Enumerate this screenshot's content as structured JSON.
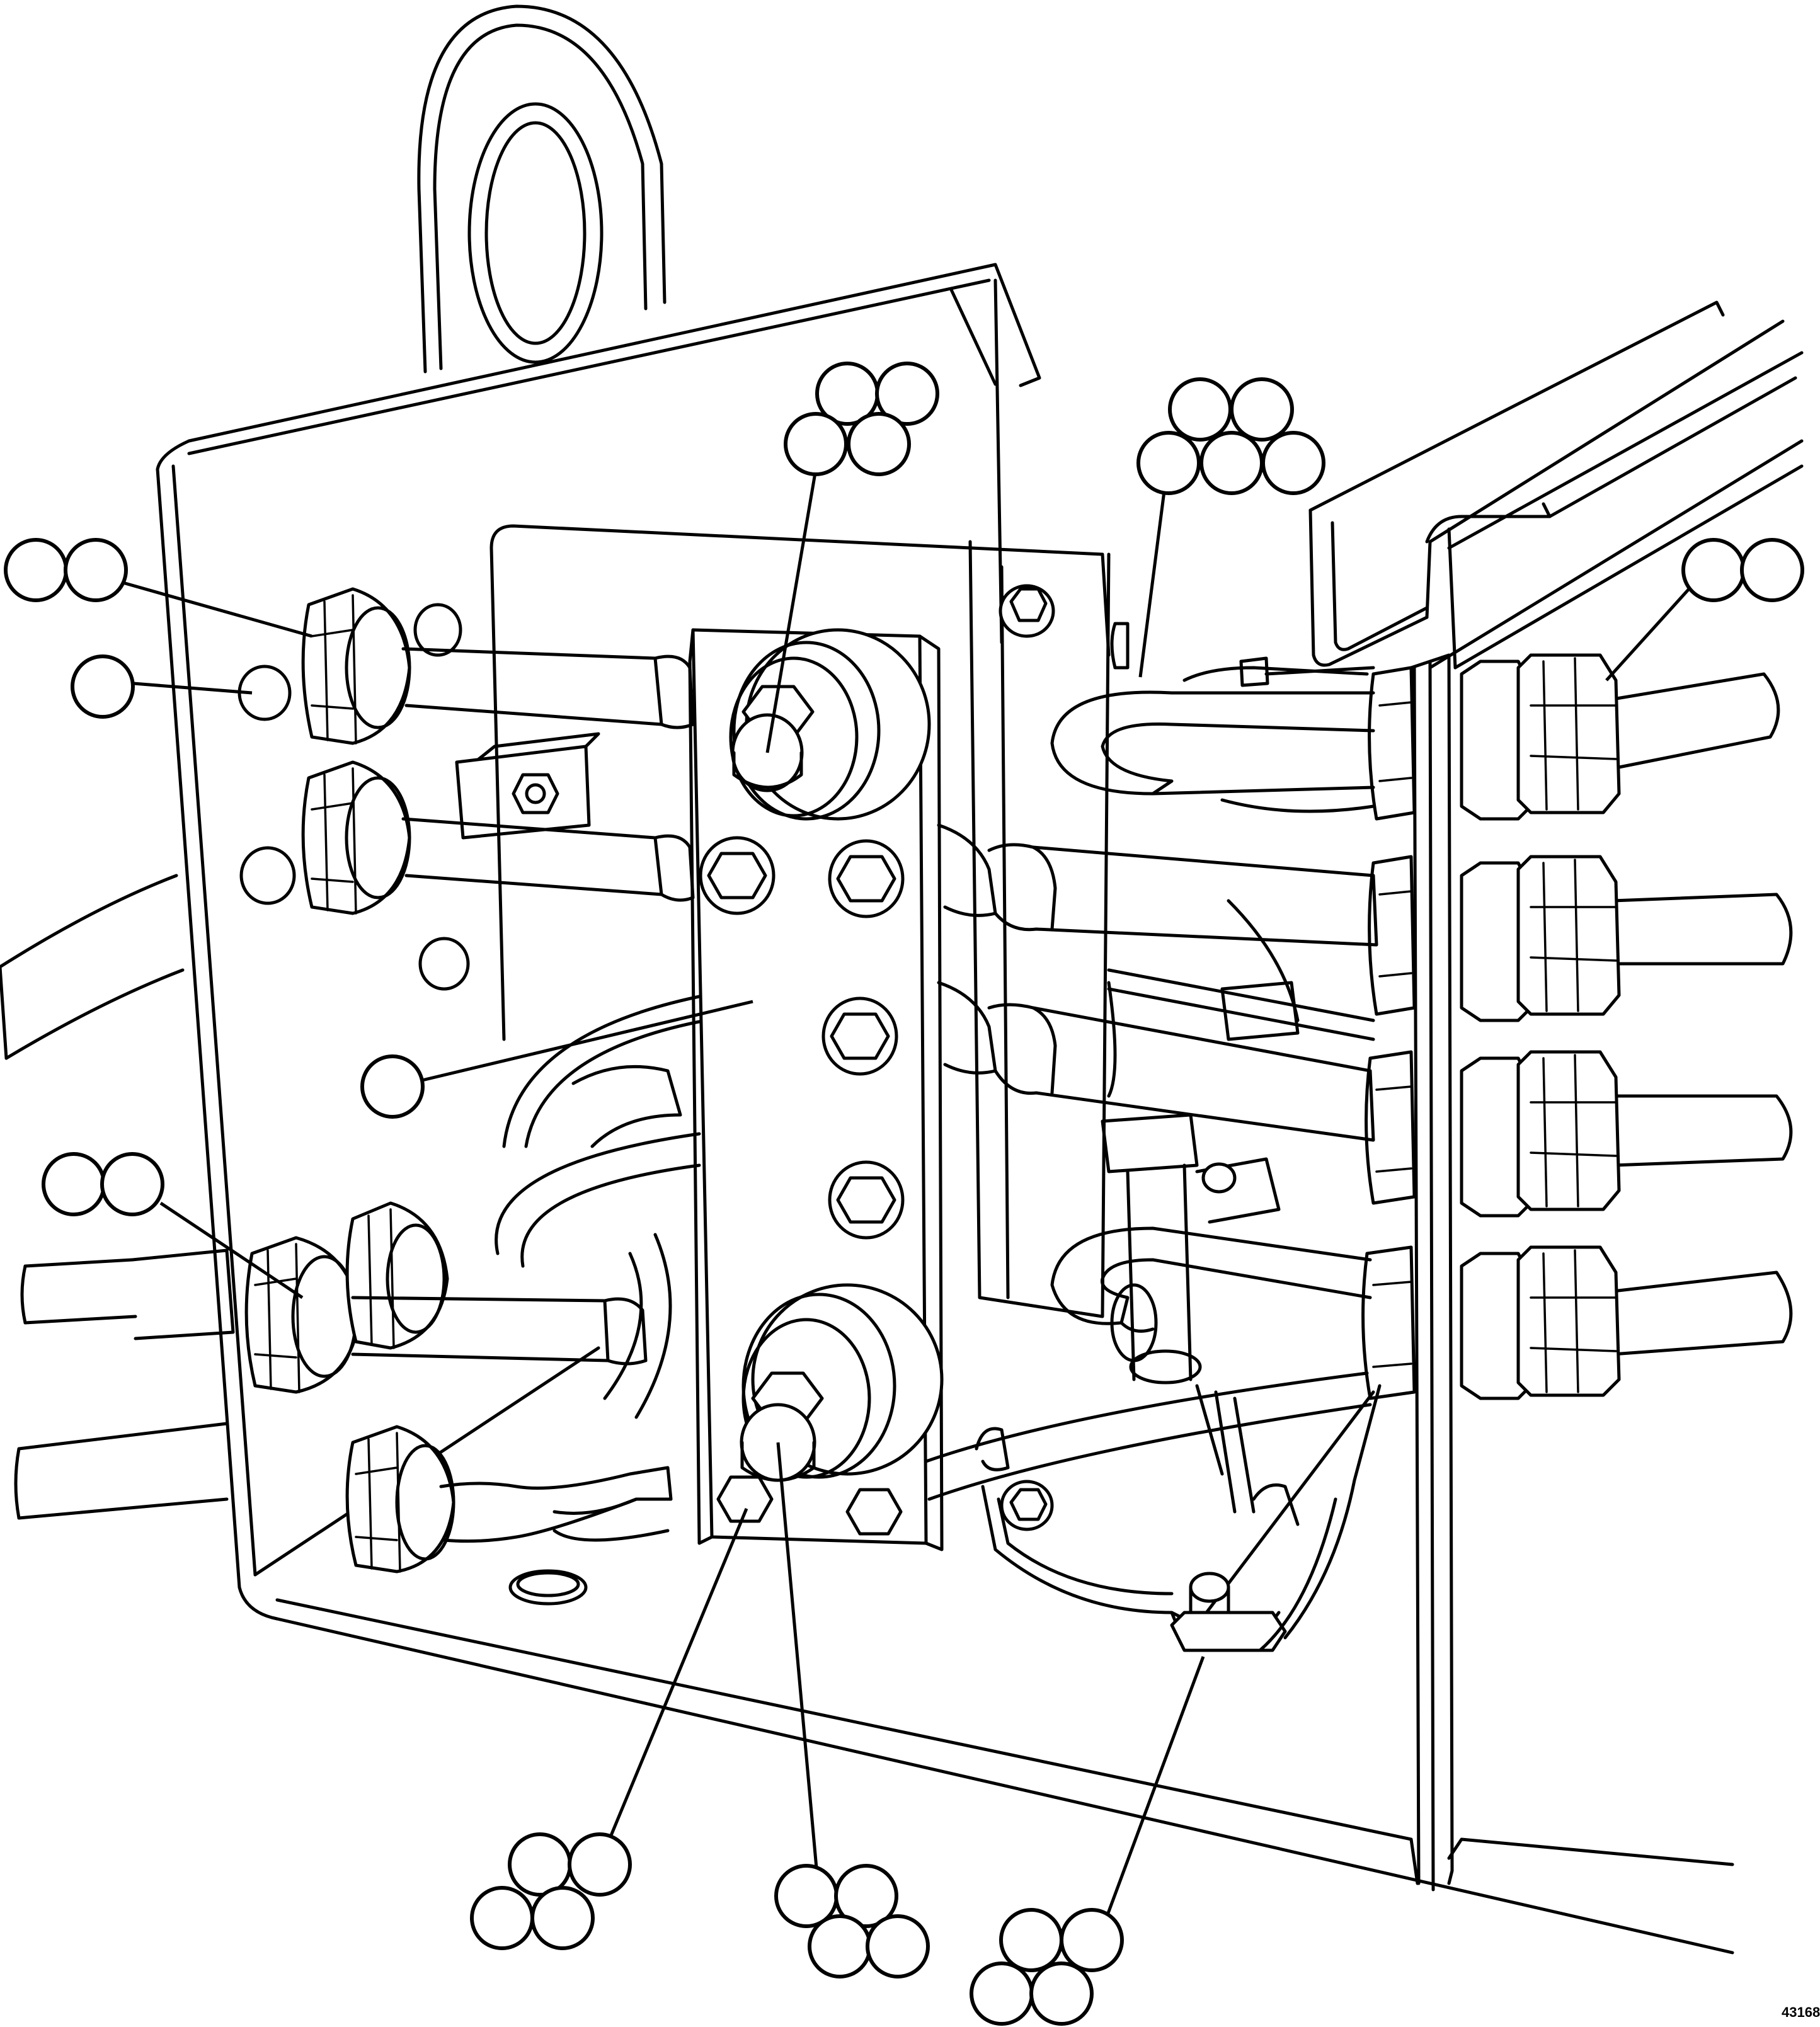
{
  "figure": {
    "number": "43168"
  },
  "callouts": [
    {
      "id": "callout-top-center",
      "balloons": 4
    },
    {
      "id": "callout-top-right-cluster",
      "balloons": 5
    },
    {
      "id": "callout-left-upper-pair",
      "balloons": 2
    },
    {
      "id": "callout-left-single",
      "balloons": 1
    },
    {
      "id": "callout-right-pair",
      "balloons": 2
    },
    {
      "id": "callout-center-single",
      "balloons": 1
    },
    {
      "id": "callout-left-lower-pair",
      "balloons": 2
    },
    {
      "id": "callout-bottom-left",
      "balloons": 4
    },
    {
      "id": "callout-bottom-center",
      "balloons": 4
    },
    {
      "id": "callout-bottom-right",
      "balloons": 4
    }
  ]
}
